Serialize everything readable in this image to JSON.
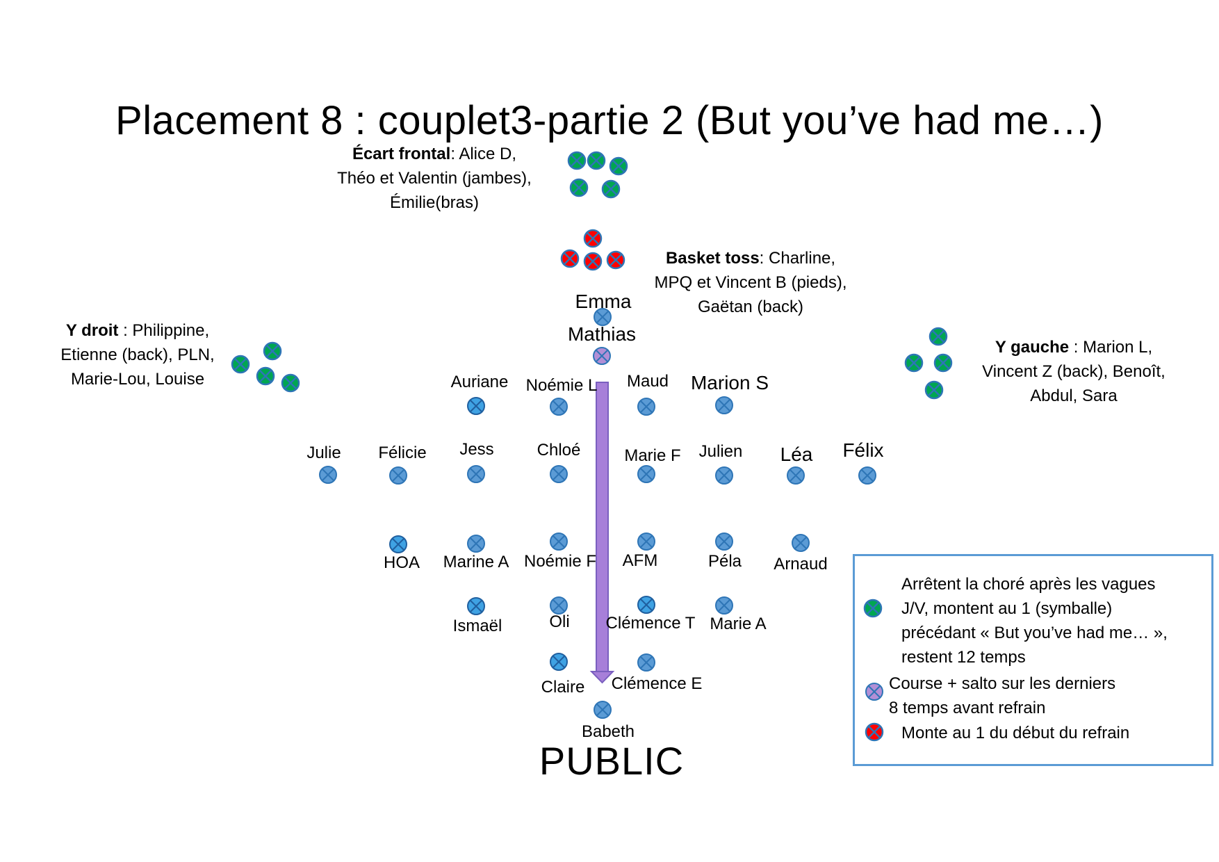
{
  "title": "Placement 8 : couplet3-partie 2 (But you’ve had me…)",
  "audience_label": "PUBLIC",
  "groups": {
    "ecart_frontal": {
      "heading": "Écart frontal",
      "rest_line1": ": Alice D,",
      "line2": "Théo et Valentin (jambes),",
      "line3": "Émilie(bras)"
    },
    "basket_toss": {
      "heading": "Basket toss",
      "rest_line1": ": Charline,",
      "line2": "MPQ et Vincent B (pieds),",
      "line3": "Gaëtan (back)"
    },
    "y_droit": {
      "heading": "Y droit",
      "rest_line1": " : Philippine,",
      "line2": "Etienne (back), PLN,",
      "line3": "Marie-Lou, Louise"
    },
    "y_gauche": {
      "heading": "Y gauche",
      "rest_line1": " : Marion L,",
      "line2": "Vincent Z (back), Benoît,",
      "line3": "Abdul, Sara"
    }
  },
  "names": {
    "emma": "Emma",
    "mathias": "Mathias",
    "auriane": "Auriane",
    "noemie_l": "Noémie L",
    "maud": "Maud",
    "marion_s": "Marion S",
    "julie": "Julie",
    "felicie": "Félicie",
    "jess": "Jess",
    "chloe": "Chloé",
    "marie_f": "Marie F",
    "julien": "Julien",
    "lea": "Léa",
    "felix": "Félix",
    "hoa": "HOA",
    "marine_a": "Marine A",
    "noemie_f": "Noémie F",
    "afm": "AFM",
    "pela": "Péla",
    "arnaud": "Arnaud",
    "ismael": "Ismaël",
    "oli": "Oli",
    "clemence_t": "Clémence T",
    "marie_a": "Marie A",
    "claire": "Claire",
    "clemence_e": "Clémence E",
    "babeth": "Babeth"
  },
  "legend": {
    "green_lines": [
      "Arrêtent la choré après les vagues",
      "J/V, montent au 1 (symballe)",
      "précédant « But you’ve had me… »,",
      "restent 12 temps"
    ],
    "purple_lines": [
      "Course + salto sur les derniers",
      "8  temps avant refrain"
    ],
    "red_line": "Monte au 1 du début du refrain"
  },
  "colors": {
    "green": "#00a651",
    "red": "#ff0000",
    "purple": "#b28fd6",
    "blue": "#5b9bd5",
    "blue_bright": "#3fa2e3",
    "marker_stroke": "#2e75b6",
    "arrow": "#a77fd9",
    "legend_border": "#5b9bd5"
  },
  "marker_icons": {
    "green": "green-x-circle-icon",
    "red": "red-x-circle-icon",
    "purple": "purple-x-circle-icon",
    "blue": "blue-x-circle-icon"
  }
}
